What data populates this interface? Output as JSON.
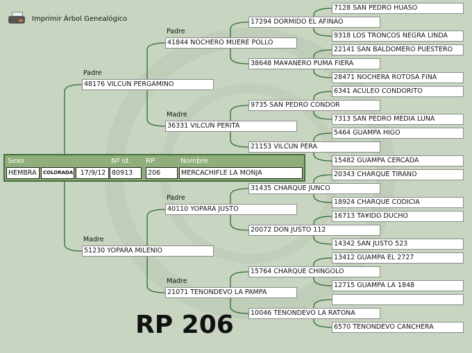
{
  "print_label": "Imprimir Árbol Genealógico",
  "animal": {
    "headers": {
      "sexo": "Sexo",
      "id": "Nº Id.",
      "rp": "RP",
      "nombre": "Nombre"
    },
    "sexo": "HEMBRA",
    "color": "COLORADA",
    "fecha": "17/9/12",
    "id": "80913",
    "rp": "206",
    "nombre": "MERCACHIFLE LA MONJA"
  },
  "labels": {
    "padre": "Padre",
    "madre": "Madre"
  },
  "big_title": "RP 206",
  "tree": {
    "padre": {
      "name": "48176 VILCUN PERGAMINO",
      "padre": {
        "name": "41844 NOCHERO MUERE POLLO",
        "padre": {
          "name": "17294 DORMIDO EL AFINAO",
          "padre": {
            "name": "7128 SAN PEDRO HUASO"
          },
          "madre": {
            "name": "9318 LOS TRONCOS NEGRA LINDA"
          }
        },
        "madre": {
          "name": "38648 MA¥ANERO PUMA FIERA",
          "padre": {
            "name": "22141 SAN BALDOMERO PUESTERO"
          },
          "madre": {
            "name": "28471 NOCHERA ROTOSA FINA"
          }
        }
      },
      "madre": {
        "name": "36331 VILCUN PERITA",
        "padre": {
          "name": "9735 SAN PEDRO CONDOR",
          "padre": {
            "name": "6341 ACULEO CONDORITO"
          },
          "madre": {
            "name": "7313 SAN PEDRO MEDIA LUNA"
          }
        },
        "madre": {
          "name": "21153 VILCUN PERA",
          "padre": {
            "name": "5464 GUAMPA HIGO"
          },
          "madre": {
            "name": "15482 GUAMPA CERCADA"
          }
        }
      }
    },
    "madre": {
      "name": "51230 YOPARA MILENIO",
      "padre": {
        "name": "40110 YOPARA JUSTO",
        "padre": {
          "name": "31435 CHARQUE JUNCO",
          "padre": {
            "name": "20343 CHARQUE TIRANO"
          },
          "madre": {
            "name": "18924 CHARQUE CODICIA"
          }
        },
        "madre": {
          "name": "20072 DON JUSTO 112",
          "padre": {
            "name": "16713 TA¥IDO DUCHO"
          },
          "madre": {
            "name": "14342 SAN JUSTO 523"
          }
        }
      },
      "madre": {
        "name": "21071 TENONDEVO LA PAMPA",
        "padre": {
          "name": "15764 CHARQUE CHINGOLO",
          "padre": {
            "name": "13412 GUAMPA EL 2727"
          },
          "madre": {
            "name": "12715 GUAMPA LA 1848"
          }
        },
        "madre": {
          "name": "10046 TENONDEVO LA RATONA",
          "padre": {
            "name": ""
          },
          "madre": {
            "name": "6570 TENONDEVO CANCHERA"
          }
        }
      }
    }
  },
  "colors": {
    "background": "#c8d6c1",
    "panel": "#8fae79",
    "line": "#2e6a2e"
  }
}
